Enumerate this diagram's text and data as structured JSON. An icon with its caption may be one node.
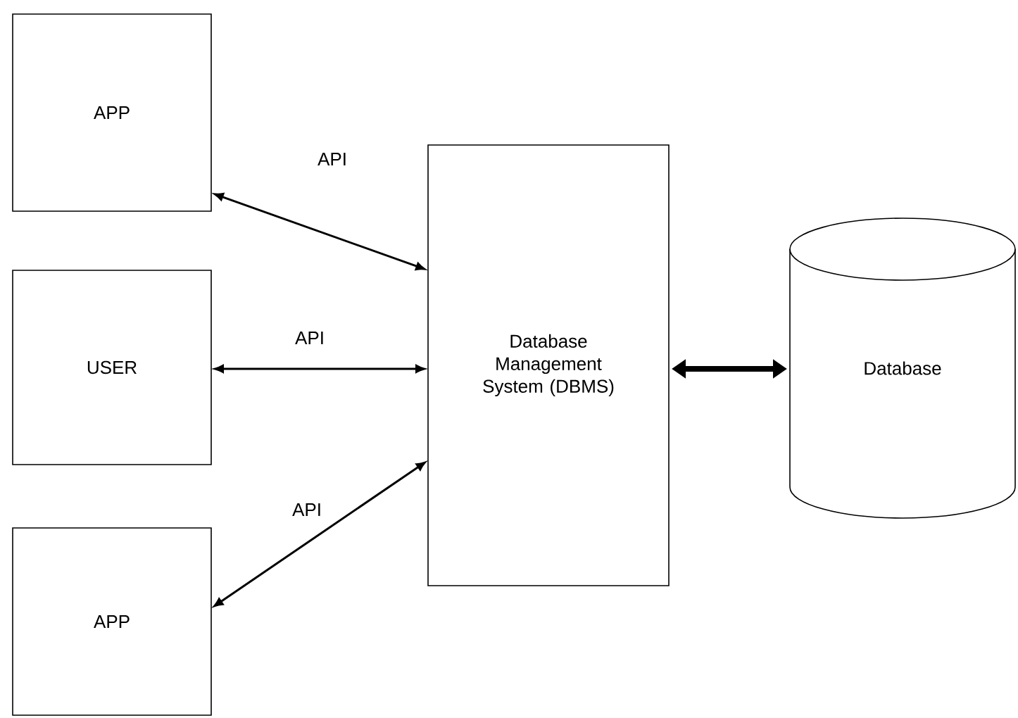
{
  "diagram": {
    "nodes": [
      {
        "text": [
          "APP"
        ]
      },
      {
        "text": [
          "USER"
        ]
      },
      {
        "text": [
          "APP"
        ]
      },
      {
        "text": [
          "Database Management System (DBMS)"
        ]
      },
      {
        "text": [
          "Database"
        ]
      }
    ],
    "edges": [
      {
        "from": 0,
        "to": 3,
        "arrow": "both",
        "label": "API"
      },
      {
        "from": 1,
        "to": 3,
        "arrow": "both",
        "label": "API"
      },
      {
        "from": 2,
        "to": 3,
        "arrow": "both",
        "label": "API"
      },
      {
        "from": 3,
        "to": 4,
        "arrow": "both",
        "style": "thick"
      }
    ]
  }
}
